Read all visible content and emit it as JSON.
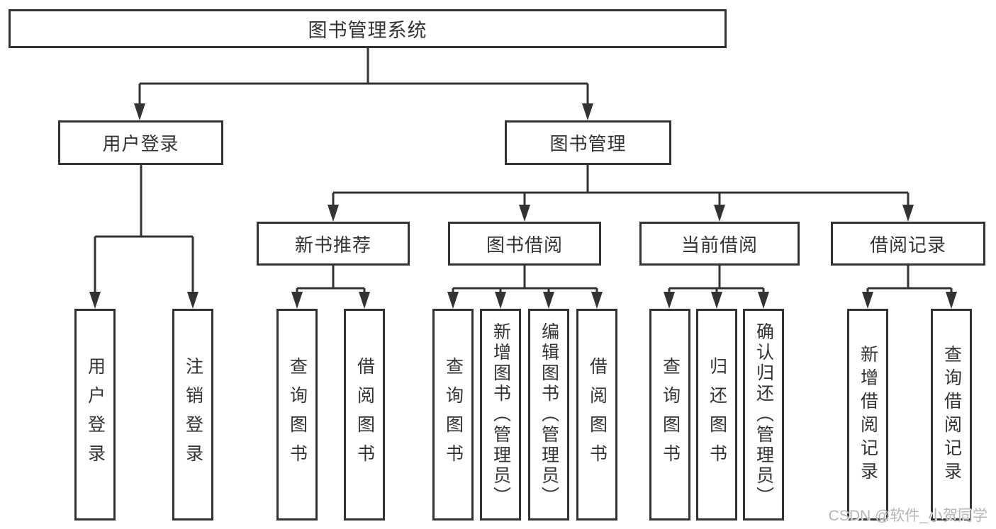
{
  "nodes": {
    "root": {
      "label": "图书管理系统"
    },
    "level2": [
      {
        "label": "用户登录"
      },
      {
        "label": "图书管理"
      }
    ],
    "level3": [
      {
        "label": "新书推荐"
      },
      {
        "label": "图书借阅"
      },
      {
        "label": "当前借阅"
      },
      {
        "label": "借阅记录"
      }
    ],
    "leaves": [
      {
        "label": "用户登录"
      },
      {
        "label": "注销登录"
      },
      {
        "label": "查询图书"
      },
      {
        "label": "借阅图书"
      },
      {
        "label": "查询图书"
      },
      {
        "label": "新增图书（管理员）"
      },
      {
        "label": "编辑图书（管理员）"
      },
      {
        "label": "借阅图书"
      },
      {
        "label": "查询图书"
      },
      {
        "label": "归还图书"
      },
      {
        "label": "确认归还（管理员）"
      },
      {
        "label": "新增借阅记录"
      },
      {
        "label": "查询借阅记录"
      }
    ]
  },
  "watermark": {
    "text": "CSDN @软件_小贺同学"
  },
  "colors": {
    "line": "#333333",
    "border": "#333333",
    "fill": "#ffffff",
    "text": "#333333",
    "watermark": "#b5b5b5"
  }
}
